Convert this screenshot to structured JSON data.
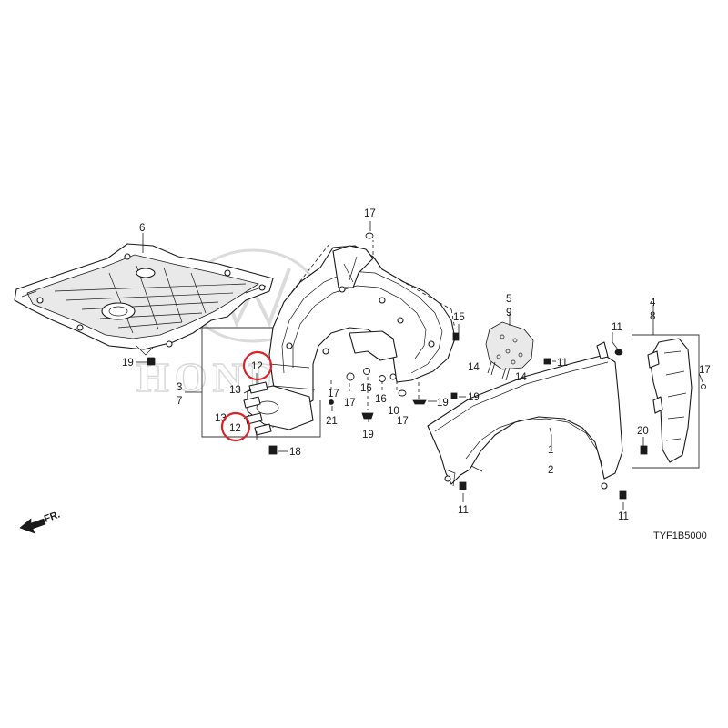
{
  "diagram": {
    "code": "TYF1B5000",
    "direction_label": "FR.",
    "watermark": "HONDA",
    "highlight_color": "#d9252a",
    "callouts": [
      {
        "id": "c-6",
        "text": "6"
      },
      {
        "id": "c-19a",
        "text": "19"
      },
      {
        "id": "c-3",
        "text": "3"
      },
      {
        "id": "c-7",
        "text": "7"
      },
      {
        "id": "c-12a",
        "text": "12"
      },
      {
        "id": "c-13a",
        "text": "13"
      },
      {
        "id": "c-13b",
        "text": "13"
      },
      {
        "id": "c-12b",
        "text": "12"
      },
      {
        "id": "c-18",
        "text": "18"
      },
      {
        "id": "c-17a",
        "text": "17"
      },
      {
        "id": "c-21",
        "text": "21"
      },
      {
        "id": "c-17b",
        "text": "17"
      },
      {
        "id": "c-17c",
        "text": "17"
      },
      {
        "id": "c-16a",
        "text": "16"
      },
      {
        "id": "c-16b",
        "text": "16"
      },
      {
        "id": "c-10",
        "text": "10"
      },
      {
        "id": "c-17d",
        "text": "17"
      },
      {
        "id": "c-19b",
        "text": "19"
      },
      {
        "id": "c-19c",
        "text": "19"
      },
      {
        "id": "c-15",
        "text": "15"
      },
      {
        "id": "c-19d",
        "text": "19"
      },
      {
        "id": "c-5",
        "text": "5"
      },
      {
        "id": "c-9",
        "text": "9"
      },
      {
        "id": "c-14a",
        "text": "14"
      },
      {
        "id": "c-14b",
        "text": "14"
      },
      {
        "id": "c-11a",
        "text": "11"
      },
      {
        "id": "c-11b",
        "text": "11"
      },
      {
        "id": "c-4",
        "text": "4"
      },
      {
        "id": "c-8",
        "text": "8"
      },
      {
        "id": "c-17e",
        "text": "17"
      },
      {
        "id": "c-1",
        "text": "1"
      },
      {
        "id": "c-2",
        "text": "2"
      },
      {
        "id": "c-20",
        "text": "20"
      },
      {
        "id": "c-11c",
        "text": "11"
      },
      {
        "id": "c-11d",
        "text": "11"
      }
    ],
    "highlighted": [
      "c-12a",
      "c-12b"
    ]
  }
}
